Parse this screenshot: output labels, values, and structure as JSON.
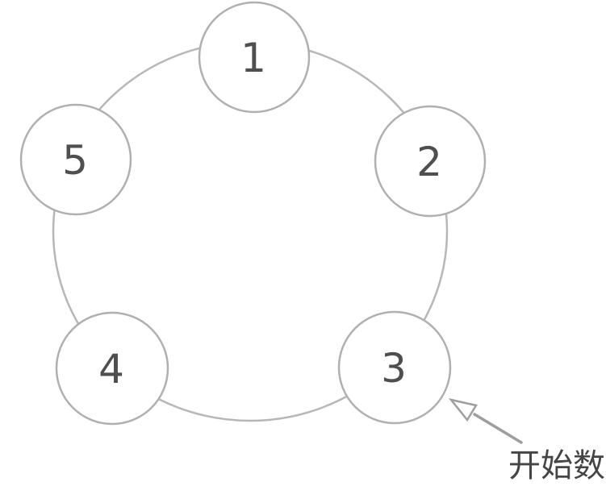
{
  "diagram": {
    "nodes": [
      {
        "label": "1"
      },
      {
        "label": "2"
      },
      {
        "label": "3"
      },
      {
        "label": "4"
      },
      {
        "label": "5"
      }
    ],
    "annotation": {
      "label": "开始数",
      "points_to_node": "3"
    },
    "colors": {
      "background": "#ffffff",
      "node_fill": "#ffffff",
      "node_stroke": "#b0b0b0",
      "ring_stroke": "#b7b7b7",
      "number": "#4f4f4f",
      "arrow": "#9e9e9e",
      "annotation_text": "#454545"
    }
  }
}
